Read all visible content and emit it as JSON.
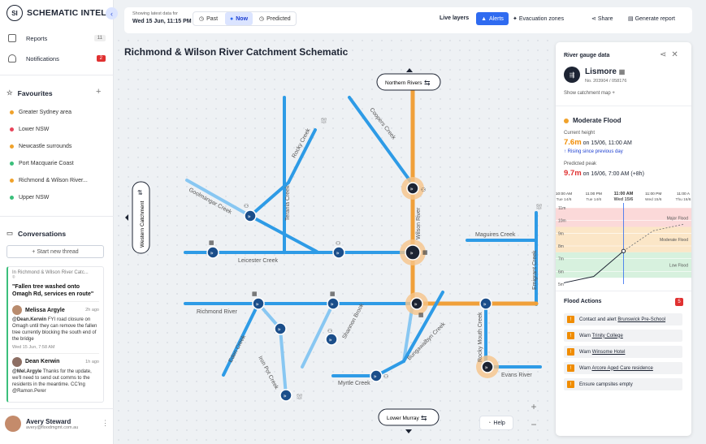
{
  "app": {
    "brand_initials": "SI",
    "brand_name": "SCHEMATIC INTEL"
  },
  "sidebar": {
    "nav": [
      {
        "label": "Reports",
        "count": "11"
      },
      {
        "label": "Notifications",
        "count": "2"
      }
    ],
    "favourites_title": "Favourites",
    "favourites": [
      {
        "label": "Greater Sydney area",
        "color": "#f0a22b"
      },
      {
        "label": "Lower NSW",
        "color": "#e8445a"
      },
      {
        "label": "Newcastle surrounds",
        "color": "#f0a22b"
      },
      {
        "label": "Port Macquarie Coast",
        "color": "#3bbf7b"
      },
      {
        "label": "Richmond & Wilson River...",
        "color": "#f0a22b"
      },
      {
        "label": "Upper NSW",
        "color": "#3bbf7b"
      }
    ],
    "conversations_title": "Conversations",
    "new_thread": "+ Start new thread",
    "convo": {
      "context": "In Richmond & Wilson River Catc...",
      "title": "\"Fallen tree washed onto Omagh Rd, services en route\"",
      "msgs": [
        {
          "user": "Melissa Argyle",
          "time": "2h ago",
          "mention": "@Dean.Kerwin",
          "text": " FYI road closure on Omagh until they can remove the fallen tree currently blocking the south end of the bridge",
          "date": "Wed 15 Jun, 7:58 AM"
        },
        {
          "user": "Dean Kerwin",
          "time": "1h ago",
          "mention": "@Mel.Argyle",
          "text": " Thanks for the update, we'll need to send out comms to the residents in the meantime. CC'ing @Ramon.Perer"
        }
      ]
    },
    "user": {
      "name": "Avery Steward",
      "email": "avery@floodmgmt.com.au"
    }
  },
  "topbar": {
    "showing": "Showing latest data for",
    "date": "Wed 15 Jun, 11:15 PM",
    "past": "Past",
    "now": "Now",
    "predicted": "Predicted",
    "live_layers": "Live layers",
    "alerts": "Alerts",
    "evac": "Evacuation zones",
    "share": "Share",
    "generate": "Generate report"
  },
  "map": {
    "title": "Richmond & Wilson River Catchment Schematic",
    "north": "Northern Rivers",
    "south": "Lower Murray",
    "west": "Western Catchment",
    "labels": [
      "Coopers Creek",
      "Rocky Creek",
      "Terania Creek",
      "Goolmangar Creek",
      "Wilson River",
      "Leicester Creek",
      "Maguires Creek",
      "Emigrant Creek",
      "Richmond River",
      "Shannon Brook",
      "Bungawalbyn Creek",
      "Rocky Mouth Creek",
      "Eden Creek",
      "Iron Pot Creek",
      "Myrtle Creek",
      "Evans River"
    ],
    "help": "Help",
    "zoom_in": "+",
    "zoom_out": "−"
  },
  "panel": {
    "header": "River gauge data",
    "location": "Lismore",
    "station": "No. 203904 / 058176",
    "show_map": "Show catchment map",
    "status": "Moderate Flood",
    "current_label": "Current height",
    "current_val": "7.6m",
    "current_when": "on 15/06, 11:00 AM",
    "trend": "↑ Rising since previous day",
    "peak_label": "Predicted peak",
    "peak_val": "9.7m",
    "peak_when": "on 16/06, 7:00 AM (+8h)",
    "chart_times": [
      {
        "time": "10:00 AM",
        "day": "Tue 14/6"
      },
      {
        "time": "11:00 PM",
        "day": "Tue 14/6"
      },
      {
        "time": "11:00 AM",
        "day": "Wed 15/6"
      },
      {
        "time": "11:00 PM",
        "day": "Wed 15/6"
      },
      {
        "time": "11:00 A",
        "day": "Thu 16/6"
      }
    ],
    "chart_y": [
      "11m",
      "10m",
      "9m",
      "8m",
      "7m",
      "6m",
      "5m"
    ],
    "bands": {
      "major": "Major Flood",
      "moderate": "Moderate Flood",
      "low": "Low Flood"
    },
    "actions_title": "Flood Actions",
    "actions_count": "5",
    "actions": [
      {
        "pre": "Contact and alert ",
        "link": "Brunswick Pre-School"
      },
      {
        "pre": "Warn ",
        "link": "Trinity College"
      },
      {
        "pre": "Warn ",
        "link": "Winsome Hotel"
      },
      {
        "pre": "Warn ",
        "link": "Arcore Aged Care residence"
      },
      {
        "pre": "Ensure campsites empty",
        "link": ""
      }
    ]
  },
  "chart_data": {
    "type": "line",
    "title": "",
    "x": [
      "10:00 AM Tue 14/6",
      "11:00 PM Tue 14/6",
      "11:00 AM Wed 15/6",
      "11:00 PM Wed 15/6",
      "11:00 AM Thu 16/6"
    ],
    "ylim": [
      5,
      11
    ],
    "series": [
      {
        "values": [
          5.1,
          5.6,
          7.6,
          null,
          null
        ]
      },
      {
        "values": [
          null,
          null,
          7.6,
          9.2,
          9.7
        ]
      }
    ]
  }
}
